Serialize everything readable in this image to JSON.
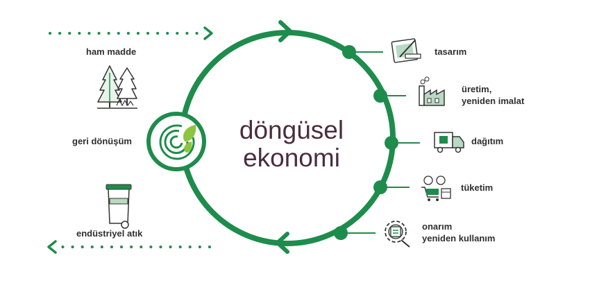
{
  "diagram": {
    "center_title_line1": "döngüsel",
    "center_title_line2": "ekonomi",
    "colors": {
      "green": "#1e8c4c",
      "dark": "#333333",
      "title": "#4a2d3f"
    },
    "left_labels": {
      "raw_material": "ham madde",
      "recycling": "geri dönüşüm",
      "industrial_waste": "endüstriyel atık"
    },
    "stages": [
      {
        "icon": "design-tablet-icon",
        "line1": "tasarım",
        "line2": ""
      },
      {
        "icon": "factory-icon",
        "line1": "üretim,",
        "line2": "yeniden imalat"
      },
      {
        "icon": "delivery-truck-icon",
        "line1": "dağıtım",
        "line2": ""
      },
      {
        "icon": "shopping-cart-icon",
        "line1": "tüketim",
        "line2": ""
      },
      {
        "icon": "gear-repair-icon",
        "line1": "onarım",
        "line2": "yeniden kullanım"
      }
    ]
  }
}
